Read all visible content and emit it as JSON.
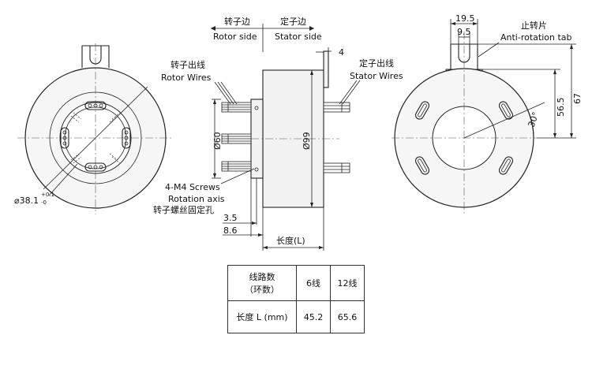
{
  "side_labels": {
    "rotor_cn": "转子边",
    "rotor_en": "Rotor side",
    "stator_cn": "定子边",
    "stator_en": "Stator  side"
  },
  "rotor_wires": {
    "cn": "转子出线",
    "en": "Rotor Wires"
  },
  "stator_wires": {
    "cn": "定子出线",
    "en": "Stator Wires"
  },
  "screws": {
    "line1": "4-M4 Screws",
    "line2": "Rotation axis",
    "line3": "转子螺丝固定孔"
  },
  "anti_rotation": {
    "cn": "止转片",
    "en": "Anti-rotation tab"
  },
  "dimensions": {
    "bore_prefix": "⌀38.1",
    "bore_tol_upper": "+0.1",
    "bore_tol_lower": "-0",
    "flange_dia": "Ø60",
    "body_dia": "Ø99",
    "tab_thickness": "4",
    "offset_small": "3.5",
    "offset_large": "8.6",
    "length": "长度(L)",
    "tab_width": "19.5",
    "slot_width": "9.5",
    "height_inner": "56.5",
    "height_outer": "67",
    "angle": "30°"
  },
  "table": {
    "header_row_label_line1": "线路数",
    "header_row_label_line2": "（环数）",
    "col_6": "6线",
    "col_12": "12线",
    "length_label": "长度 L (mm)",
    "val_6": "45.2",
    "val_12": "65.6"
  }
}
